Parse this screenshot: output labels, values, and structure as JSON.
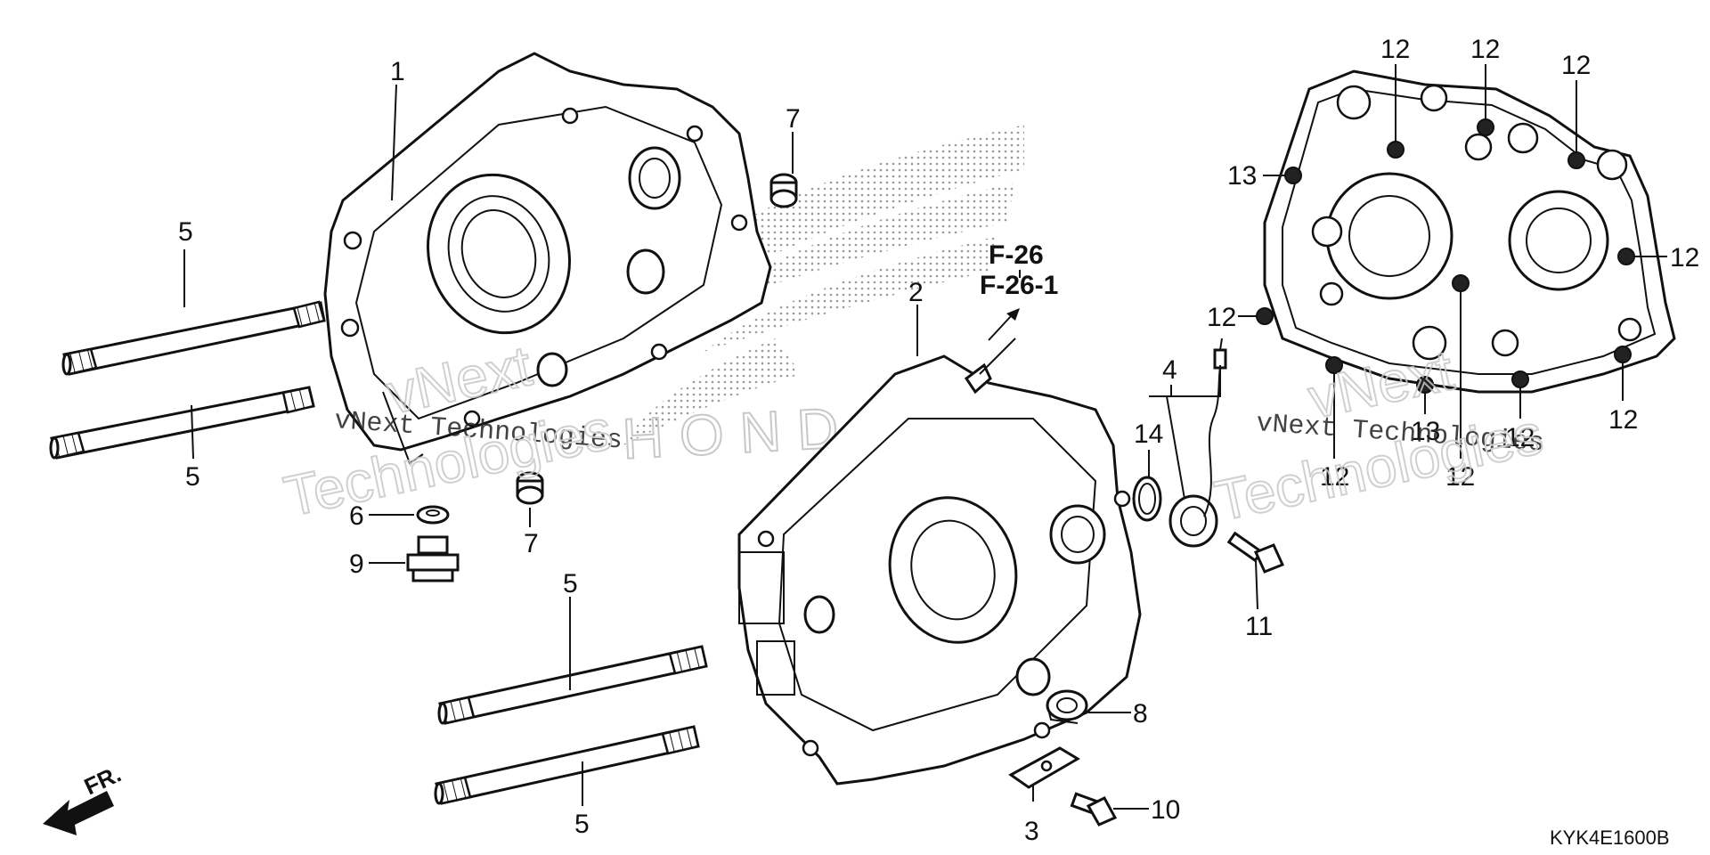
{
  "diagram": {
    "code": "KYK4E1600B",
    "front_label": "FR.",
    "reference": [
      "F-26",
      "F-26-1"
    ],
    "watermark": {
      "line1": "vNext Technologies",
      "word1": "vNext",
      "word2": "Technologies",
      "brand": "HONDA"
    },
    "callouts": {
      "c1": "1",
      "c2": "2",
      "c3": "3",
      "c4": "4",
      "c5a": "5",
      "c5b": "5",
      "c5c": "5",
      "c5d": "5",
      "c6": "6",
      "c7a": "7",
      "c7b": "7",
      "c8": "8",
      "c9": "9",
      "c10": "10",
      "c11": "11",
      "c12a": "12",
      "c12b": "12",
      "c12c": "12",
      "c12d": "12",
      "c12e": "12",
      "c12f": "12",
      "c12g": "12",
      "c12h": "12",
      "c12i": "12",
      "c13a": "13",
      "c13b": "13",
      "c14": "14"
    }
  }
}
